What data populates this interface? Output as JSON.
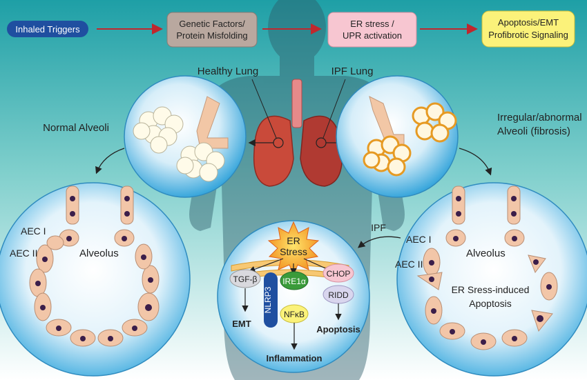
{
  "flow": {
    "step1": "Inhaled Triggers",
    "step2_line1": "Genetic Factors/",
    "step2_line2": "Protein Misfolding",
    "step3_line1": "ER  stress /",
    "step3_line2": "UPR activation",
    "step4_line1": "Apoptosis/EMT",
    "step4_line2": "Profibrotic Signaling"
  },
  "lungs": {
    "healthy_label": "Healthy Lung",
    "ipf_label": "IPF Lung"
  },
  "left_zoom": {
    "label": "Normal Alveoli"
  },
  "right_zoom": {
    "label_line1": "Irregular/abnormal",
    "label_line2": "Alveoli (fibrosis)"
  },
  "left_alveolus": {
    "aec1": "AEC I",
    "aec2": "AEC II",
    "alveolus": "Alveolus"
  },
  "right_alveolus": {
    "aec1": "AEC I",
    "aec2": "AEC II",
    "alveolus": "Alveolus",
    "apoptosis_line1": "ER Sress-induced",
    "apoptosis_line2": "Apoptosis"
  },
  "pathway": {
    "ipf_label": "IPF",
    "er_line1": "ER",
    "er_line2": "Stress",
    "tgf": "TGF-β",
    "ire": "IRE1α",
    "nlrp3": "NLRP3",
    "chop": "CHOP",
    "ridd": "RIDD",
    "nfkb": "NFκB",
    "emt": "EMT",
    "apoptosis": "Apoptosis",
    "inflammation": "Inflammation"
  },
  "colors": {
    "bg_top": "#1e9fa6",
    "bg_bottom": "#ffffff",
    "arrow_red": "#c0272d",
    "box_genetic": "#b9a89f",
    "box_er": "#f7c6d1",
    "box_apoptosis": "#fbf27a",
    "trigger": "#1f4fa0"
  }
}
